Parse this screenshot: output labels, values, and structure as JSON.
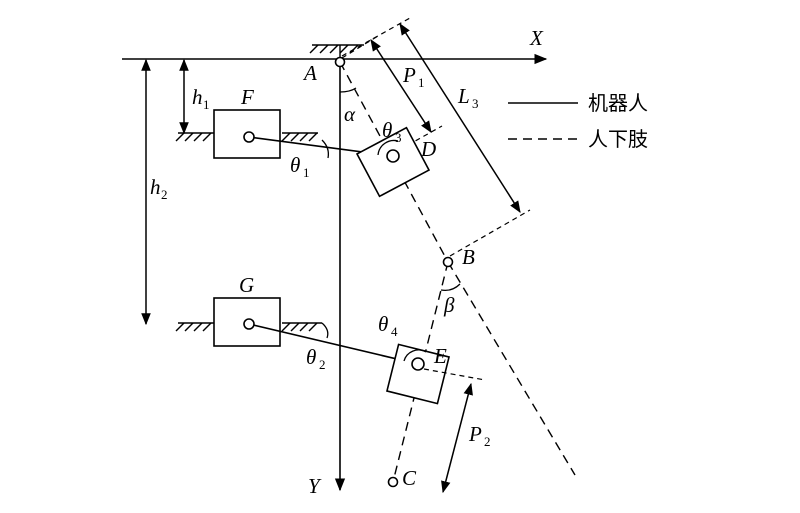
{
  "labels": {
    "x": "X",
    "y": "Y",
    "a": "A",
    "b": "B",
    "c": "C",
    "d": "D",
    "e": "E",
    "f": "F",
    "g": "G",
    "alpha": "α",
    "beta": "β",
    "theta1": "θ",
    "theta1_sub": "1",
    "theta2": "θ",
    "theta2_sub": "2",
    "theta3": "θ",
    "theta3_sub": "3",
    "theta4": "θ",
    "theta4_sub": "4",
    "h1": "h",
    "h1_sub": "1",
    "h2": "h",
    "h2_sub": "2",
    "p1": "P",
    "p1_sub": "1",
    "p2": "P",
    "p2_sub": "2",
    "l3": "L",
    "l3_sub": "3"
  },
  "legend": {
    "robot": "机器人",
    "lower_limb": "人下肢"
  }
}
